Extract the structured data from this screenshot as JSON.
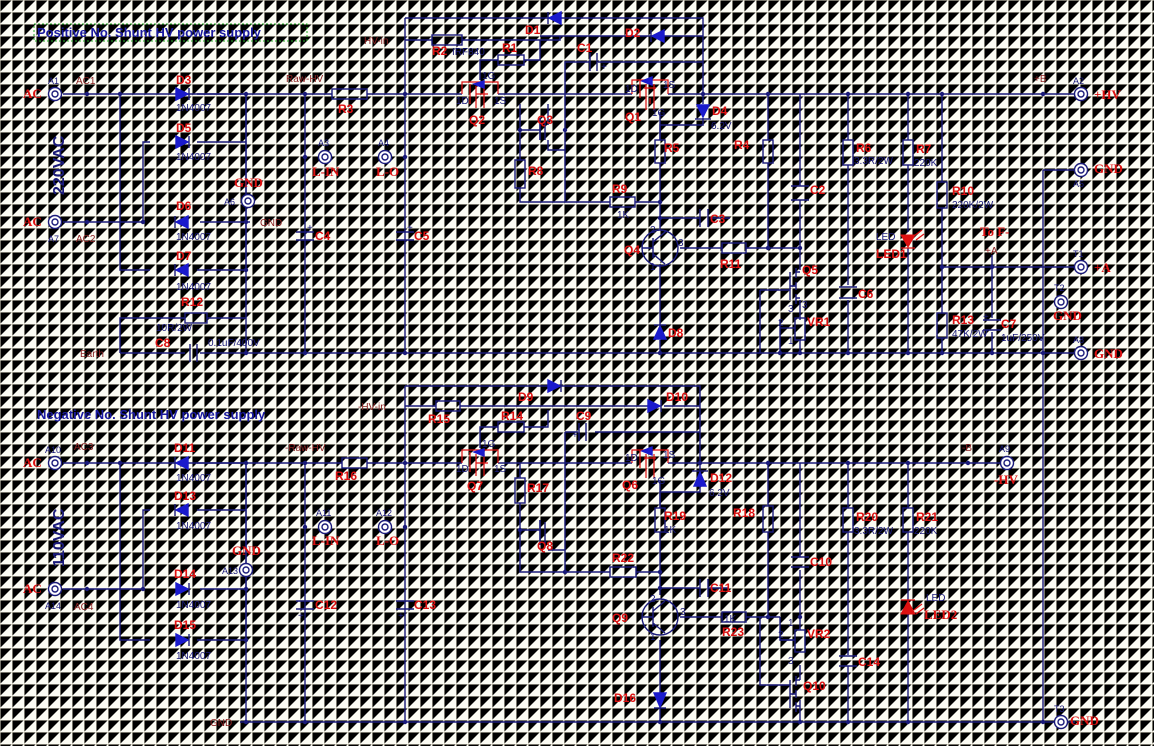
{
  "titles": {
    "positive": "Positive No. Shunt HV power supply",
    "negative": "Negative No. Shunt HV power supply",
    "v220": "220VAC",
    "v110": "110VAC"
  },
  "positive": {
    "nets": {
      "hv_in": "HV-in",
      "raw_hv": "Raw-HV",
      "gnd_net": "GND",
      "plus_b": "+B",
      "plus_a": "+A",
      "ac1": "AC1",
      "ac2": "AC2",
      "earth": "Earth",
      "to_f": "To F-"
    },
    "ports": {
      "a1": "A1",
      "a2": "A2",
      "a3": "A3",
      "a4": "A4",
      "a5": "A5",
      "a6": "A6",
      "a7": "A7",
      "a8": "A8",
      "t1": "T1",
      "t2": "T2"
    },
    "port_labels": {
      "ac_top": "AC",
      "ac_bot": "AC",
      "hv": "+HV",
      "gnd_a5": "GND",
      "plus_a": "+A",
      "gnd_t2": "GND",
      "gnd_a8": "GND",
      "gnd_a6": "GND",
      "l_in": "L-IN",
      "l_o": "L-O"
    },
    "components": {
      "D1": "D1",
      "D2": "D2",
      "D3": "D3",
      "D4": "D4",
      "D5": "D5",
      "D6": "D6",
      "D7": "D7",
      "D8": "D8",
      "R1": "R1",
      "R2": "R2",
      "R3": "R3",
      "R4": "R4",
      "R5": "R5",
      "R6": "R6",
      "R7": "R7",
      "R8": "R8",
      "R9": "R9",
      "R10": "R10",
      "R11": "R11",
      "R12": "R12",
      "R13": "R13",
      "C1": "C1",
      "C2": "C2",
      "C3": "C3",
      "C4": "C4",
      "C5": "C5",
      "C6": "C6",
      "C7": "C7",
      "C8": "C8",
      "Q1": "Q1",
      "Q2": "Q2",
      "Q3": "Q3",
      "Q4": "Q4",
      "Q5": "Q5",
      "VR1": "VR1",
      "LED1": "LED1",
      "LED": "LED"
    },
    "values": {
      "d3": "1N4007",
      "d5": "1N4007",
      "d6": "1N4007",
      "d7": "1N4007",
      "r2": "IRF840",
      "d4": "6.2V",
      "r9": "1K",
      "r6": "3.3R/2W",
      "r7": "220K",
      "r10": "220K/2W",
      "r12": "10R/2W",
      "c8": "0.1uF/400V",
      "r13": "47K/2W",
      "c7": "1uF/250V"
    }
  },
  "negative": {
    "nets": {
      "hv_in": "-HV-in",
      "raw_hv": "-Raw-HV",
      "ac3": "AC3",
      "ac4": "AC4",
      "minus_b": "-B",
      "gnd": "GND"
    },
    "ports": {
      "a9": "A9",
      "a10": "A10",
      "a11": "A11",
      "a12": "A12",
      "a13": "A13",
      "a14": "A14",
      "t3": "T3"
    },
    "port_labels": {
      "ac_top": "AC",
      "ac_bot": "AC",
      "hv": "-HV",
      "gnd_a13": "GND",
      "l_in": "L-IN",
      "l_o": "L-O",
      "gnd_t3": "GND"
    },
    "components": {
      "D9": "D9",
      "D10": "D10",
      "D11": "D11",
      "D12": "D12",
      "D13": "D13",
      "D14": "D14",
      "D15": "D15",
      "D16": "D16",
      "R14": "R14",
      "R15": "R15",
      "R16": "R16",
      "R17": "R17",
      "R18": "R18",
      "R19": "R19",
      "R20": "R20",
      "R21": "R21",
      "R22": "R22",
      "R23": "R23",
      "C9": "C9",
      "C10": "C10",
      "C11": "C11",
      "C12": "C12",
      "C13": "C13",
      "C14": "C14",
      "Q6": "Q6",
      "Q7": "Q7",
      "Q8": "Q8",
      "Q9": "Q9",
      "Q10": "Q10",
      "VR2": "VR2",
      "LED2": "LED2",
      "LED": "LED"
    },
    "values": {
      "d11": "1N4007",
      "d13": "1N4007",
      "d14": "1N4007",
      "d15": "1N4007",
      "d12": "6.2V",
      "r19": "1K",
      "r20": "3.3R/2W",
      "r21": "220K",
      "r23": "1K"
    }
  },
  "colors": {
    "wire": "#1a1a7a",
    "label": "#dd1111",
    "diode": "#1a1acc",
    "background": "#fbfbf3"
  }
}
